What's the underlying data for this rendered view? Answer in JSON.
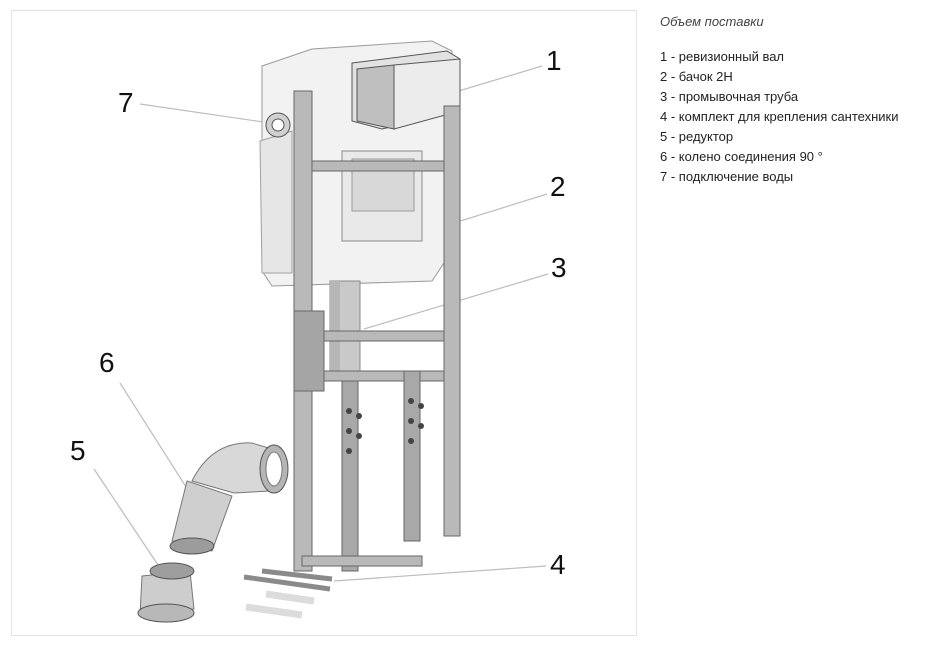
{
  "diagram": {
    "callouts": [
      {
        "id": "1",
        "label": "1"
      },
      {
        "id": "2",
        "label": "2"
      },
      {
        "id": "3",
        "label": "3"
      },
      {
        "id": "4",
        "label": "4"
      },
      {
        "id": "5",
        "label": "5"
      },
      {
        "id": "6",
        "label": "6"
      },
      {
        "id": "7",
        "label": "7"
      }
    ]
  },
  "legend": {
    "title": "Объем поставки",
    "items": [
      "1 - ревизионный вал",
      "2 - бачок 2H",
      "3 - промывочная труба",
      "4 - комплект для крепления сантехники",
      "5 - редуктор",
      "6 - колено соединения 90 °",
      "7 - подключение воды"
    ]
  }
}
